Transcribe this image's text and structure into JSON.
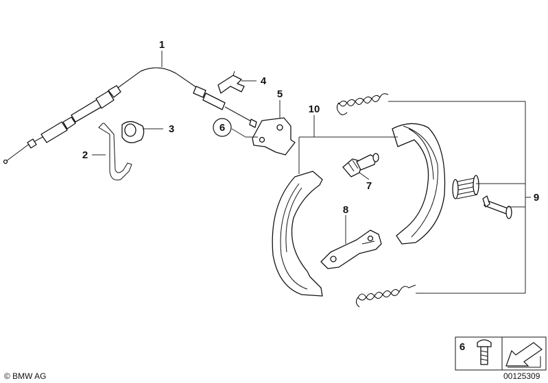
{
  "callouts": {
    "c1": "1",
    "c2": "2",
    "c3": "3",
    "c4": "4",
    "c5": "5",
    "c6": "6",
    "c7": "7",
    "c8": "8",
    "c9": "9",
    "c10": "10"
  },
  "legend": {
    "number": "6"
  },
  "footer": {
    "copyright": "© BMW AG",
    "diagram_id": "00125309"
  }
}
